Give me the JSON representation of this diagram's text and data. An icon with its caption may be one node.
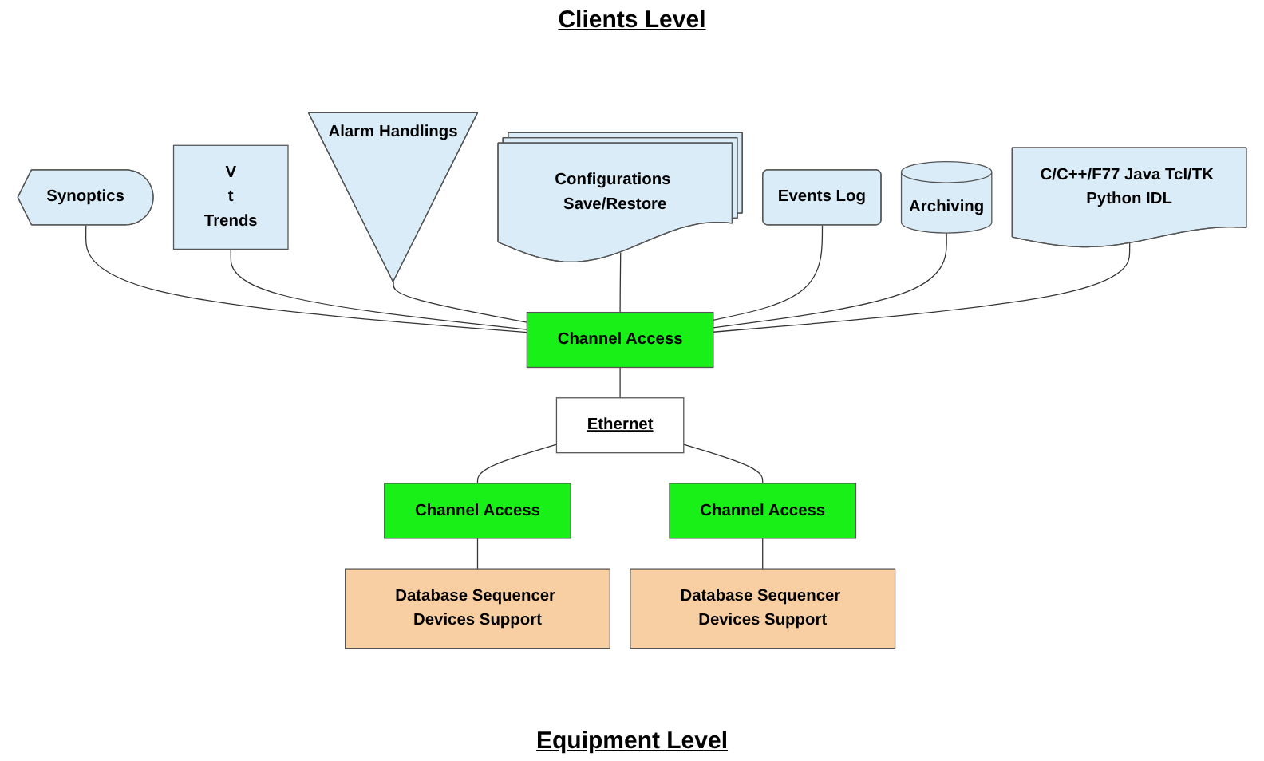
{
  "diagram": {
    "title": "Clients Level",
    "nodes": [
      {
        "text": [
          "Synoptics"
        ]
      },
      {
        "text": [
          "V",
          "t",
          "Trends"
        ]
      },
      {
        "text": [
          "Alarm Handlings"
        ]
      },
      {
        "text": [
          "Configurations Save/Restore"
        ]
      },
      {
        "text": [
          "Events Log"
        ]
      },
      {
        "text": [
          "Archiving"
        ]
      },
      {
        "text": [
          "C/C++/F77 Java Tcl/TK Python IDL"
        ]
      },
      {
        "text": [
          "Channel Access"
        ]
      },
      {
        "text": [
          "Ethernet"
        ]
      },
      {
        "text": [
          "Channel Access"
        ]
      },
      {
        "text": [
          "Database Sequencer Devices Support"
        ]
      },
      {
        "text": [
          "Channel Access"
        ]
      },
      {
        "text": [
          "Database Sequencer Devices Support"
        ]
      }
    ],
    "edges": [
      {
        "from": 0,
        "to": 7,
        "arrow": "none"
      },
      {
        "from": 1,
        "to": 7,
        "arrow": "none"
      },
      {
        "from": 2,
        "to": 7,
        "arrow": "none"
      },
      {
        "from": 3,
        "to": 7,
        "arrow": "none"
      },
      {
        "from": 4,
        "to": 7,
        "arrow": "none"
      },
      {
        "from": 5,
        "to": 7,
        "arrow": "none"
      },
      {
        "from": 6,
        "to": 7,
        "arrow": "none"
      },
      {
        "from": 7,
        "to": 8,
        "arrow": "none"
      },
      {
        "from": 8,
        "to": 9,
        "arrow": "none"
      },
      {
        "from": 9,
        "to": 10,
        "arrow": "none"
      },
      {
        "from": 8,
        "to": 11,
        "arrow": "none"
      },
      {
        "from": 11,
        "to": 12,
        "arrow": "none"
      }
    ],
    "labels": [
      "Equipment Level"
    ]
  }
}
